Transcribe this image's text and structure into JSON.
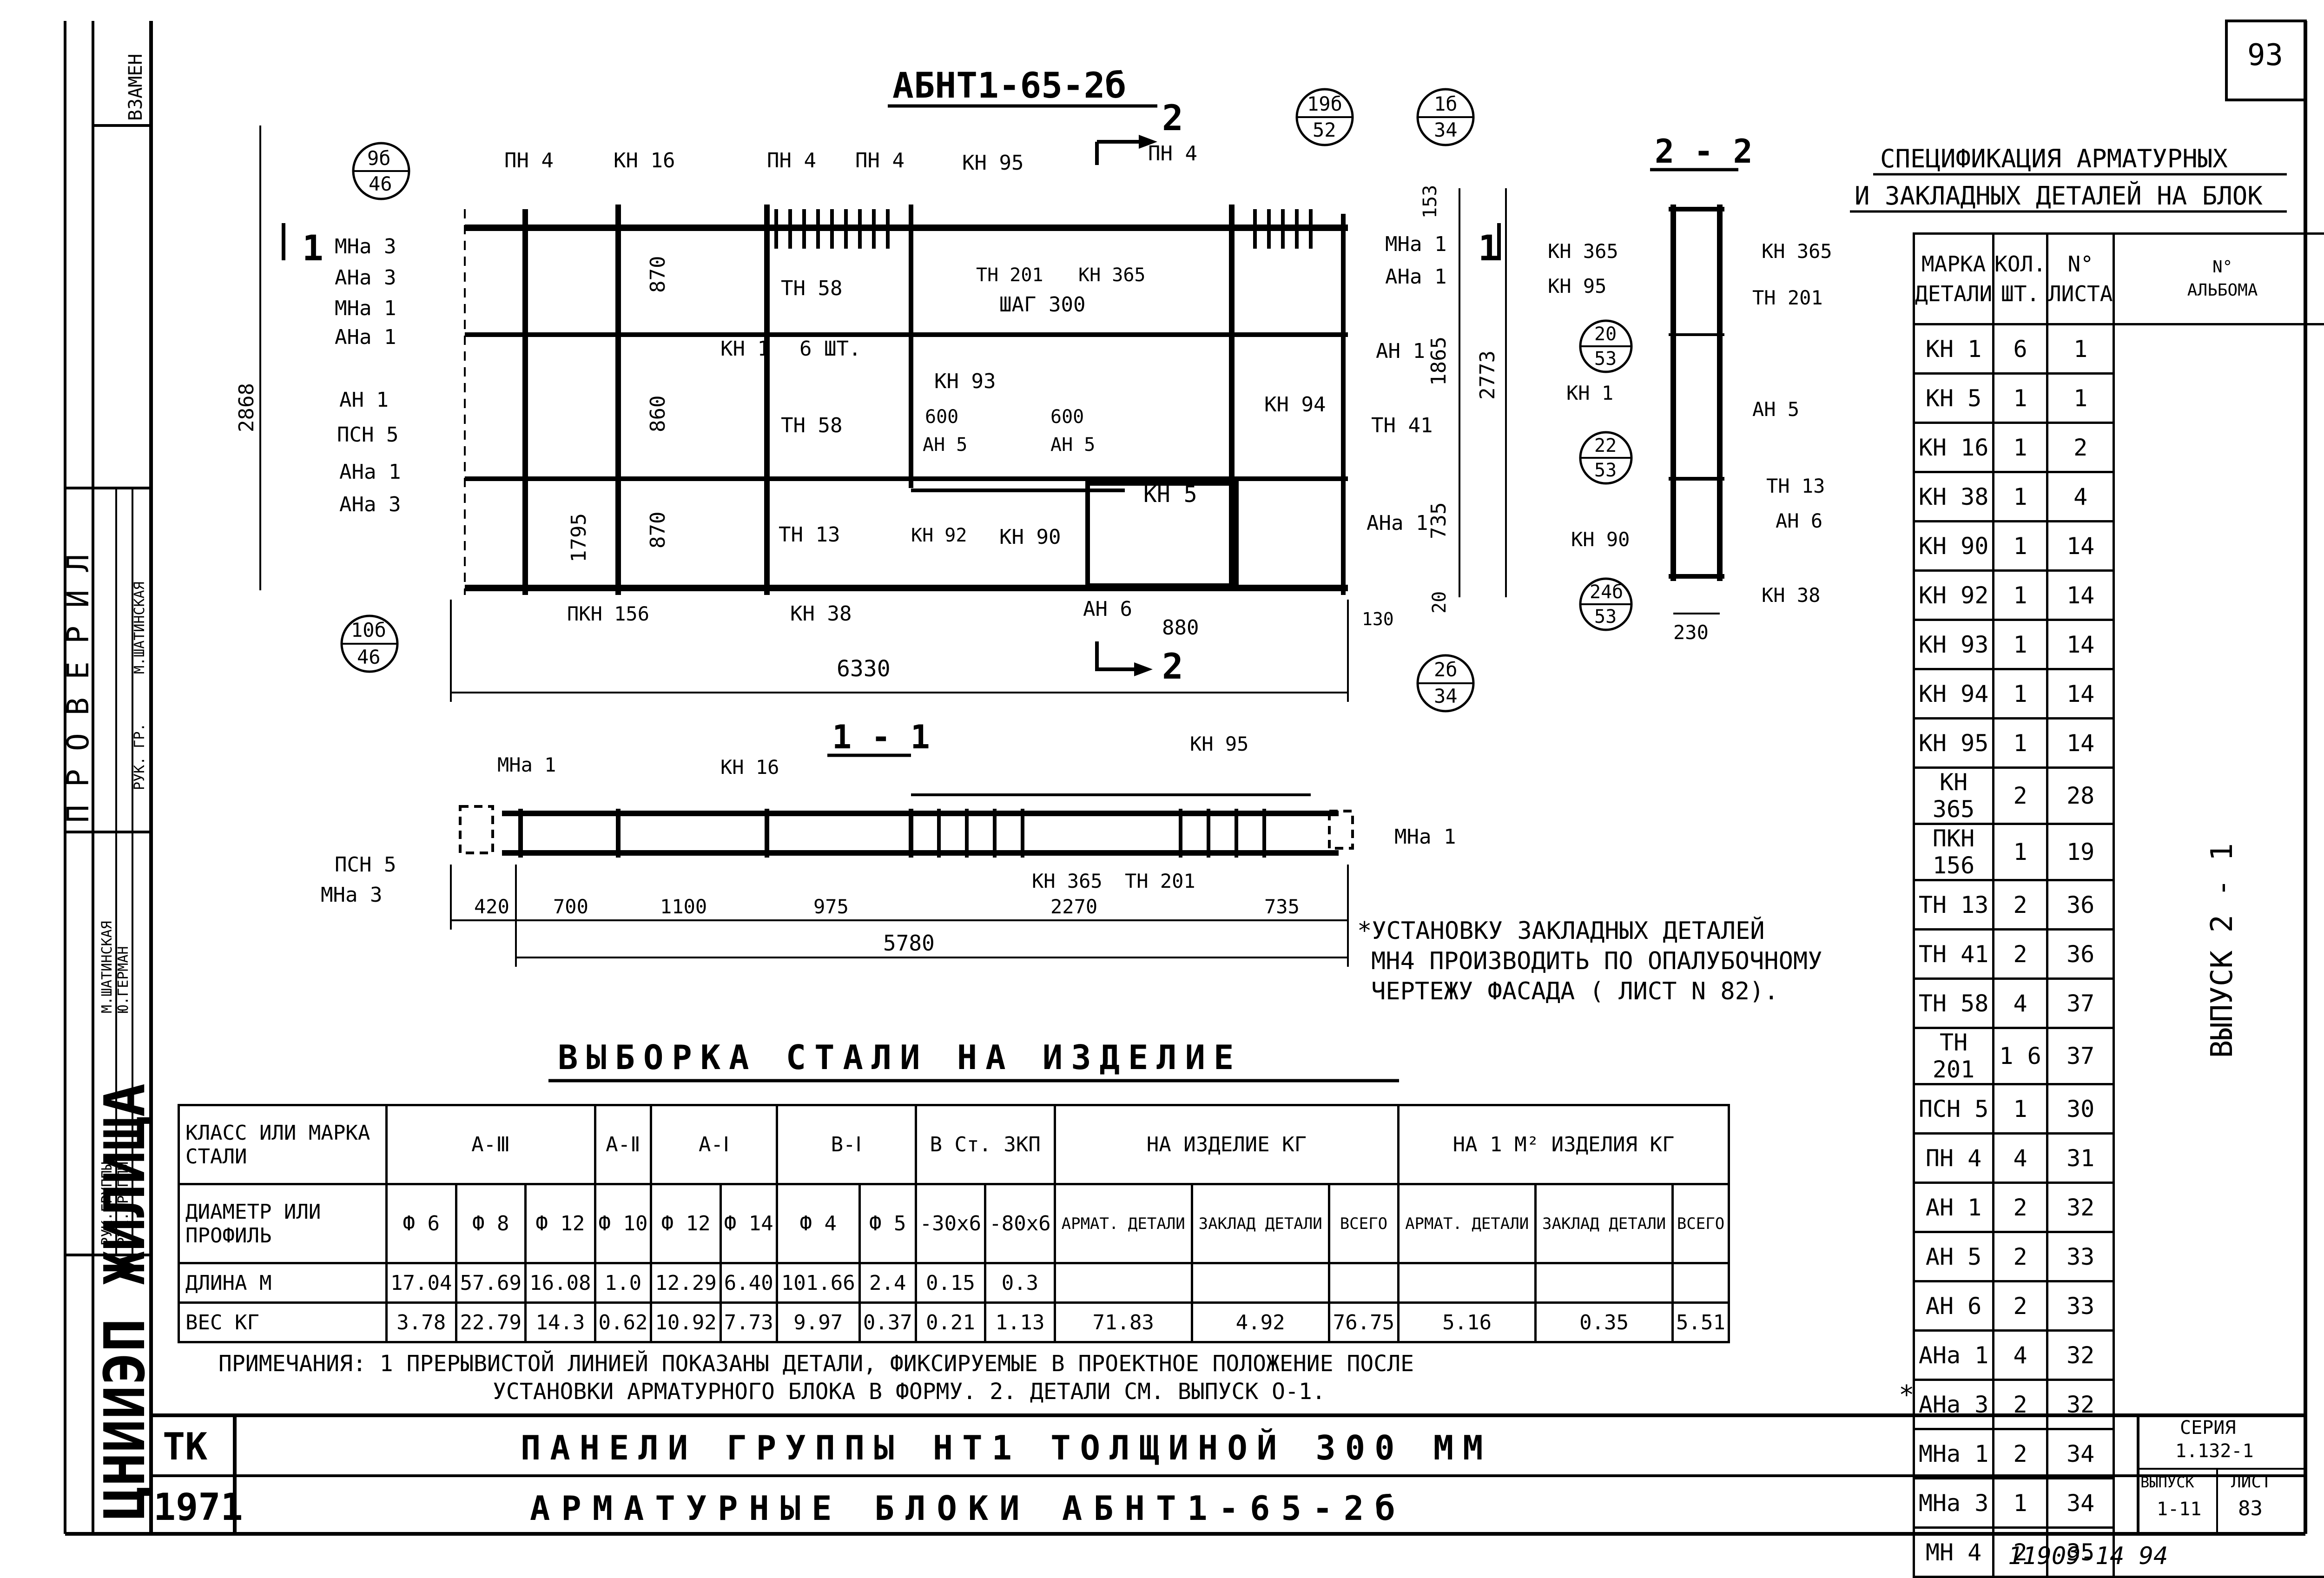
{
  "sheet": {
    "page_number": "93",
    "bottom_note": "11909-14   94",
    "left_strip": {
      "vzamen": "ВЗАМЕН",
      "org": "ЦНИИЭП ЖИЛИЩА",
      "proveril": "П Р О В Е Р И Л",
      "people": [
        "М.ШАТИНСКАЯ",
        "Ю.ГЕРМАН",
        "М.ШАТИНСКАЯ"
      ],
      "roles": [
        "РУК.ГРУППЫ",
        "РУК.ГРУППЫ",
        "РУК. ГР."
      ]
    }
  },
  "drawing_main": {
    "title": "АБНТ1-65-2б",
    "section_mark": "2",
    "cut_mark": "1",
    "labels_left": [
      "МНа 3",
      "АНа 3",
      "МНа 1",
      "АНа 1",
      "АН 1",
      "ПСН 5",
      "АНа 1",
      "АНа 3"
    ],
    "labels_top": [
      "ПН 4",
      "КН 16",
      "ПН 4",
      "ПН 4",
      "КН 95",
      "ПН 4"
    ],
    "labels_right": [
      "МНа 1",
      "АНа 1",
      "АН 1",
      "КН 94",
      "ТН 41",
      "АНа 1"
    ],
    "labels_inner": [
      "ТН 201",
      "КН 365",
      "ШАГ 300",
      "ТН 58",
      "КН 1",
      "6 ШТ.",
      "КН 93",
      "600",
      "600",
      "АН 5",
      "АН 5",
      "ТН 58",
      "ТН 13",
      "КН 92",
      "КН 90",
      "КН 5",
      "ПКН 156",
      "КН 38",
      "АН 6",
      "880"
    ],
    "dims": [
      "870",
      "860",
      "870",
      "1795",
      "2868",
      "153",
      "1865",
      "2773",
      "735",
      "20",
      "130",
      "6330"
    ],
    "callouts": [
      {
        "top": "9б",
        "bottom": "46"
      },
      {
        "top": "19б",
        "bottom": "52"
      },
      {
        "top": "1б",
        "bottom": "34"
      },
      {
        "top": "10б",
        "bottom": "46"
      },
      {
        "top": "2б",
        "bottom": "34"
      }
    ]
  },
  "section_22": {
    "title": "2 - 2",
    "labels": [
      "КН 365",
      "КН 95",
      "КН 365",
      "ТН 201",
      "КН 1",
      "АН 5",
      "ТН 13",
      "АН 6",
      "КН 90",
      "КН 38"
    ],
    "callouts": [
      {
        "top": "20",
        "bottom": "53"
      },
      {
        "top": "22",
        "bottom": "53"
      },
      {
        "top": "24б",
        "bottom": "53"
      }
    ],
    "dim": "230"
  },
  "section_11": {
    "title": "1 - 1",
    "labels": [
      "МНа 1",
      "КН 16",
      "КН 95",
      "ПСН 5",
      "МНа 3",
      "КН 365",
      "ТН 201",
      "МНа 1"
    ],
    "dims": [
      "420",
      "700",
      "1100",
      "975",
      "2270",
      "735"
    ],
    "total": "5780"
  },
  "footnote": {
    "lines": [
      "*УСТАНОВКУ ЗАКЛАДНЫХ ДЕТАЛЕЙ",
      "МН4 ПРОИЗВОДИТЬ ПО ОПАЛУБОЧНОМУ",
      "ЧЕРТЕЖУ ФАСАДА ( ЛИСТ N 82)."
    ]
  },
  "spec_table": {
    "title_line1": "СПЕЦИФИКАЦИЯ АРМАТУРНЫХ",
    "title_line2": "И ЗАКЛАДНЫХ ДЕТАЛЕЙ НА БЛОК",
    "headers": [
      [
        "МАРКА",
        "ДЕТАЛИ"
      ],
      [
        "КОЛ.",
        "ШТ."
      ],
      [
        "N°",
        "ЛИСТА"
      ],
      [
        "N°",
        "АЛЬБОМА"
      ]
    ],
    "album": "ВЫПУСК 2 - 1",
    "star_mark": "*",
    "rows": [
      [
        "КН 1",
        "6",
        "1"
      ],
      [
        "КН 5",
        "1",
        "1"
      ],
      [
        "КН 16",
        "1",
        "2"
      ],
      [
        "КН 38",
        "1",
        "4"
      ],
      [
        "КН 90",
        "1",
        "14"
      ],
      [
        "КН 92",
        "1",
        "14"
      ],
      [
        "КН 93",
        "1",
        "14"
      ],
      [
        "КН 94",
        "1",
        "14"
      ],
      [
        "КН 95",
        "1",
        "14"
      ],
      [
        "КН 365",
        "2",
        "28"
      ],
      [
        "ПКН 156",
        "1",
        "19"
      ],
      [
        "ТН 13",
        "2",
        "36"
      ],
      [
        "ТН 41",
        "2",
        "36"
      ],
      [
        "ТН 58",
        "4",
        "37"
      ],
      [
        "ТН 201",
        "1 6",
        "37"
      ],
      [
        "ПСН 5",
        "1",
        "30"
      ],
      [
        "ПН 4",
        "4",
        "31"
      ],
      [
        "АН 1",
        "2",
        "32"
      ],
      [
        "АН 5",
        "2",
        "33"
      ],
      [
        "АН 6",
        "2",
        "33"
      ],
      [
        "АНа 1",
        "4",
        "32"
      ],
      [
        "АНа 3",
        "2",
        "32"
      ],
      [
        "МНа 1",
        "2",
        "34"
      ],
      [
        "МНа 3",
        "1",
        "34"
      ],
      [
        "МН 4",
        "2",
        "35"
      ]
    ]
  },
  "steel_table": {
    "title": "ВЫБОРКА СТАЛИ НА ИЗДЕЛИЕ",
    "row1_label": "КЛАСС ИЛИ МАРКА СТАЛИ",
    "classes": [
      "А-Ⅲ",
      "А-Ⅱ",
      "А-Ⅰ",
      "В-Ⅰ",
      "В Ст. 3КП"
    ],
    "on_item": "НА ИЗДЕЛИЕ КГ",
    "on_m2": "НА 1 М² ИЗДЕЛИЯ КГ",
    "row2_label": "ДИАМЕТР ИЛИ ПРОФИЛЬ",
    "profiles": [
      "Ф 6",
      "Ф 8",
      "Ф 12",
      "Ф 10",
      "Ф 12",
      "Ф 14",
      "Ф 4",
      "Ф 5",
      "-30х6",
      "-80х6",
      "АРМАТ. ДЕТАЛИ",
      "ЗАКЛАД ДЕТАЛИ",
      "ВСЕГО",
      "АРМАТ. ДЕТАЛИ",
      "ЗАКЛАД ДЕТАЛИ",
      "ВСЕГО"
    ],
    "length_label": "ДЛИНА М",
    "lengths": [
      "17.04",
      "57.69",
      "16.08",
      "1.0",
      "12.29",
      "6.40",
      "101.66",
      "2.4",
      "0.15",
      "0.3",
      "",
      "",
      "",
      "",
      "",
      ""
    ],
    "weight_label": "ВЕС КГ",
    "weights": [
      "3.78",
      "22.79",
      "14.3",
      "0.62",
      "10.92",
      "7.73",
      "9.97",
      "0.37",
      "0.21",
      "1.13",
      "71.83",
      "4.92",
      "76.75",
      "5.16",
      "0.35",
      "5.51"
    ]
  },
  "notes": {
    "line1": "ПРИМЕЧАНИЯ: 1 ПРЕРЫВИСТОЙ ЛИНИЕЙ ПОКАЗАНЫ ДЕТАЛИ, ФИКСИРУЕМЫЕ В ПРОЕКТНОЕ ПОЛОЖЕНИЕ ПОСЛЕ",
    "line2": "УСТАНОВКИ АРМАТУРНОГО БЛОКА В ФОРМУ. 2. ДЕТАЛИ СМ. ВЫПУСК О-1."
  },
  "title_block": {
    "org": "ТК",
    "year": "1971",
    "line1": "ПАНЕЛИ ГРУППЫ НТ1 ТОЛЩИНОЙ 300 ММ",
    "line2": "АРМАТУРНЫЕ БЛОКИ АБНТ1-65-2б",
    "series_label": "СЕРИЯ",
    "series": "1.132-1",
    "issue_label": "ВЫПУСК",
    "issue": "1-11",
    "sheet_label": "ЛИСТ",
    "sheet": "83"
  }
}
